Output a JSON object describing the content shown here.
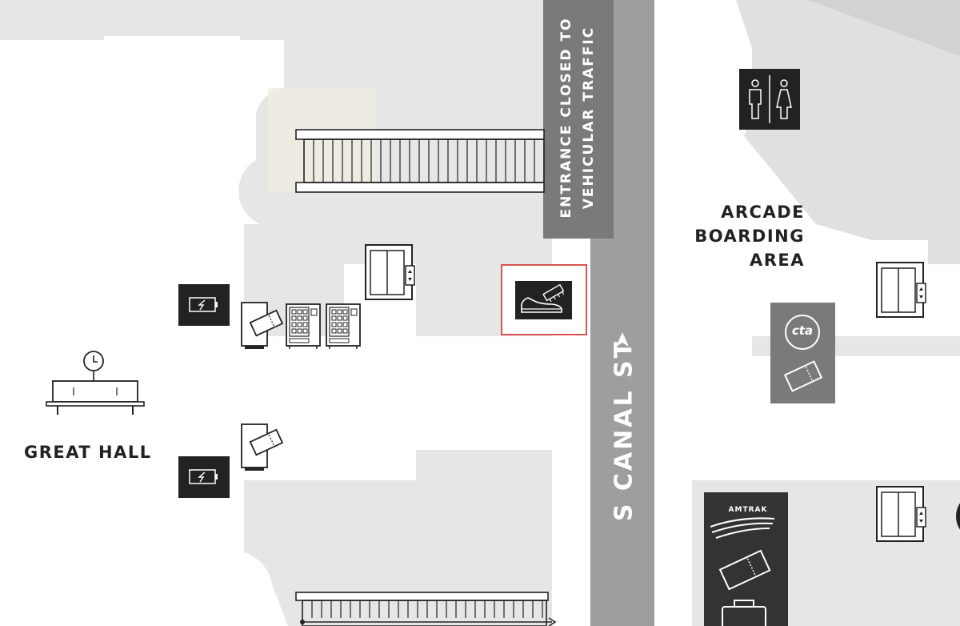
{
  "map": {
    "colors": {
      "background": "#ffffff",
      "floor_light": "#e6e6e6",
      "floor_arcade": "#dcdcdc",
      "street": "#9e9e9e",
      "sign_dark": "#7a7a7a",
      "icon_box": "#222222",
      "highlight": "#d9534f"
    },
    "labels": {
      "arcade_line1": "ARCADE",
      "arcade_line2": "BOARDING",
      "arcade_line3": "AREA",
      "great_hall": "GREAT HALL",
      "entrance_line1": "ENTRANCE CLOSED TO",
      "entrance_line2": "VEHICULAR TRAFFIC",
      "street": "S CANAL ST",
      "amtrak": "AMTRAK",
      "cta": "cta"
    },
    "icons": [
      "restroom-icon",
      "elevator-icon",
      "charging-station-icon",
      "ticket-machine-icon",
      "vending-machine-icon",
      "shoe-shine-icon",
      "cta-ticket-icon",
      "amtrak-ticket-icon",
      "baggage-icon",
      "clock-icon",
      "bench-icon",
      "stairs-icon",
      "north-arrow-icon"
    ]
  }
}
